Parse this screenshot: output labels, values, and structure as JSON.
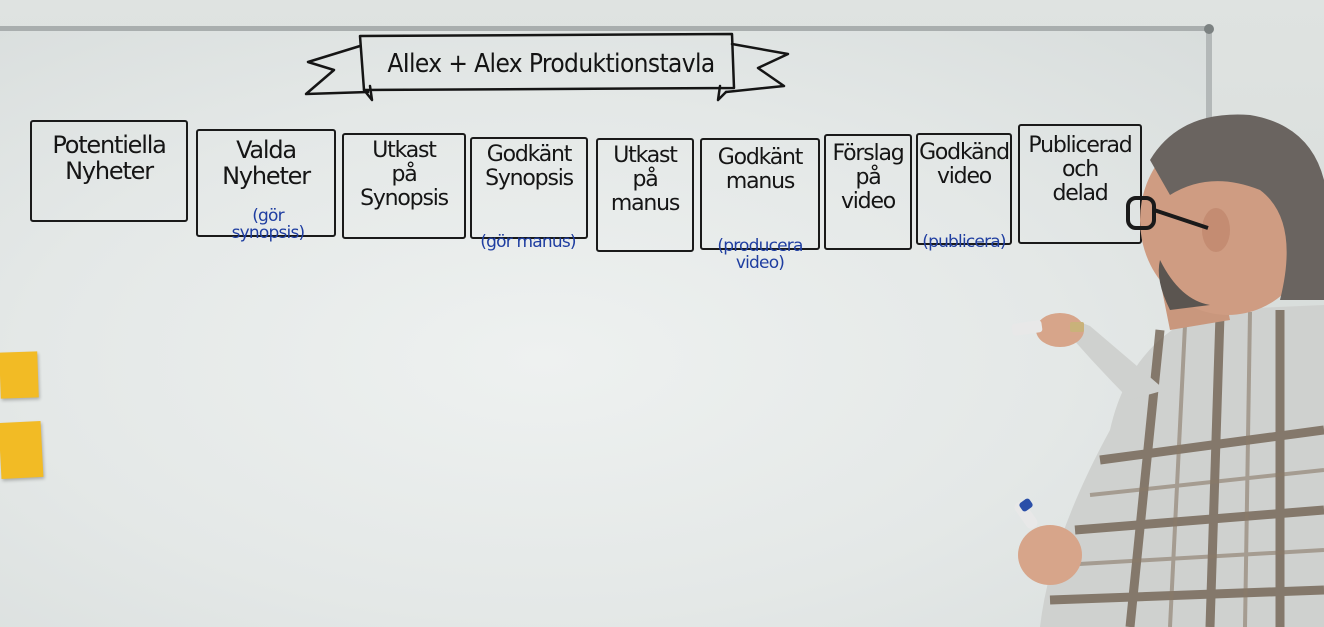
{
  "board": {
    "title": "AIlex + Alex Produktionstavla",
    "columns": [
      {
        "heading": "Potentiella\nNyheter",
        "note": ""
      },
      {
        "heading": "Valda\nNyheter",
        "note": "(gör\nsynopsis)"
      },
      {
        "heading": "Utkast\npå\nSynopsis",
        "note": ""
      },
      {
        "heading": "Godkänt\nSynopsis",
        "note": "(gör manus)"
      },
      {
        "heading": "Utkast\npå\nmanus",
        "note": ""
      },
      {
        "heading": "Godkänt\nmanus",
        "note": "(producera\nvideo)"
      },
      {
        "heading": "Förslag\npå\nvideo",
        "note": ""
      },
      {
        "heading": "Godkänd\nvideo",
        "note": "(publicera)"
      },
      {
        "heading": "Publicerad\noch\ndelad",
        "note": ""
      }
    ]
  },
  "colors": {
    "marker_black": "#151515",
    "marker_blue": "#1f3ea1",
    "sticky_note": "#f2bb25"
  },
  "sticky_notes": 2
}
